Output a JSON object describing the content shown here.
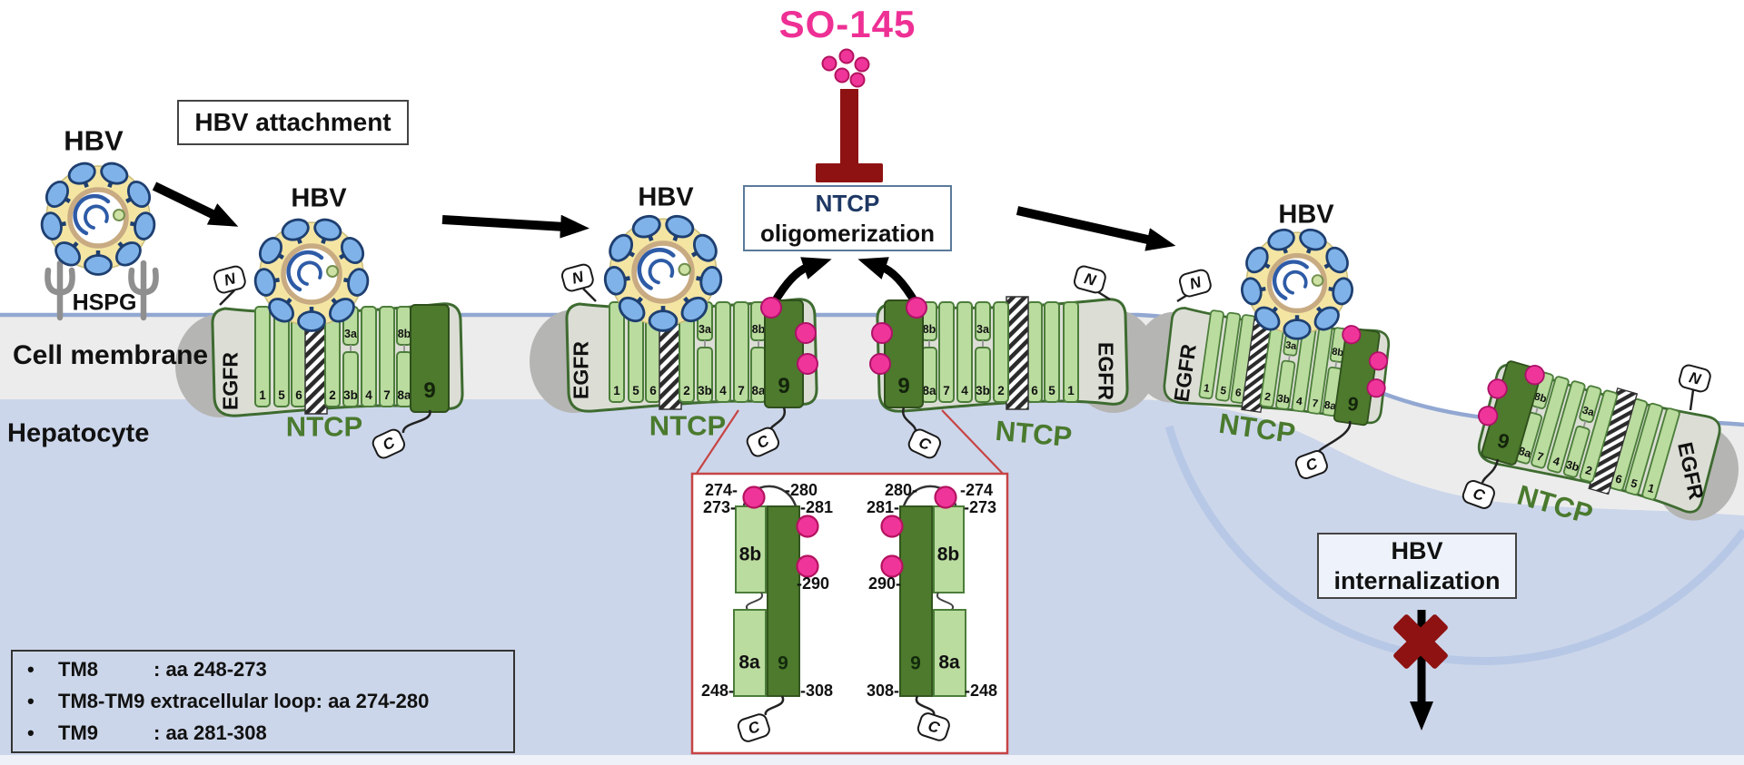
{
  "title": {
    "so145": "SO-145"
  },
  "boxes": {
    "attachment": "HBV attachment",
    "oligo1": "NTCP",
    "oligo2": "oligomerization",
    "internal1": "HBV",
    "internal2": "internalization"
  },
  "labels": {
    "cell_membrane": "Cell membrane",
    "hepatocyte": "Hepatocyte",
    "hbv": "HBV",
    "hspg": "HSPG",
    "ntcp": "NTCP",
    "egfr": "EGFR",
    "n": "N",
    "c": "C"
  },
  "ntcp": {
    "bars": [
      "1",
      "5",
      "6",
      "2",
      "3b",
      "4",
      "7",
      "8a",
      "9"
    ],
    "upper": {
      "3b": "3a",
      "8a": "8b"
    },
    "dark_bar": "9"
  },
  "transporters": [
    {
      "id": "ntcp-1",
      "so145_dots": 0
    },
    {
      "id": "ntcp-2",
      "so145_dots": 3
    },
    {
      "id": "ntcp-3",
      "so145_dots": 3
    },
    {
      "id": "ntcp-4",
      "so145_dots": 3
    },
    {
      "id": "ntcp-5",
      "so145_dots": 3
    }
  ],
  "inset": {
    "left": {
      "e1": "274-",
      "e2": "-280",
      "e3": "273-",
      "e4": "-281",
      "e5": "-290",
      "e6": "248-",
      "e7": "-308",
      "b_top": "8b",
      "b_bottom": "8a",
      "b_dark": "9",
      "c": "C"
    },
    "right": {
      "e1": "280-",
      "e2": "-274",
      "e3": "281-",
      "e4": "-273",
      "e5": "290-",
      "e6": "308-",
      "e7": "-248",
      "b_top": "8b",
      "b_bottom": "8a",
      "b_dark": "9",
      "c": "C"
    }
  },
  "legend": {
    "bullet": "•",
    "items": [
      {
        "name": "TM8",
        "value": ": aa 248-273"
      },
      {
        "name": "TM8-TM9 extracellular loop",
        "value": ": aa 274-280"
      },
      {
        "name": "TM9",
        "value": ": aa 281-308"
      }
    ]
  },
  "colors": {
    "so145_pink": "#ee3095",
    "residue_dot_pink": "#f0359a",
    "inhibitor_dark_red": "#8e1212",
    "membrane_gray": "#ececec",
    "membrane_line_blue": "#92a8d2",
    "hepatocyte_blue": "#ccd6ea",
    "pit_arc_blue": "#b7c8e6",
    "bar_light_green": "#badc9f",
    "bar_dark_green": "#4d7a2c",
    "container_fill": "#dcded6",
    "container_stroke": "#3e6b30",
    "ntcp_text_green": "#4a7a2e",
    "egfr_gray": "#b5b5b3",
    "hbv_capsid_yellow": "#f4e5a3",
    "hbv_spike_blue": "#7fb2e8",
    "hbv_outline_navy": "#1e3f70",
    "oligo_text_navy": "#1f3864",
    "inset_border_red": "#c64444"
  }
}
